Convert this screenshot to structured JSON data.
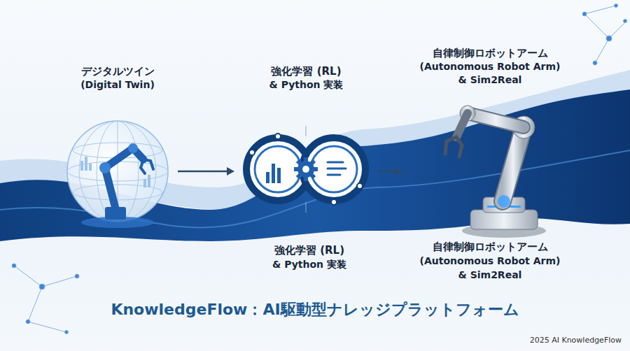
{
  "diagram": {
    "title": "KnowledgeFlow：AI駆動型ナレッジプラットフォーム",
    "nodes": [
      {
        "text": [
          "デジタルツイン",
          "(Digital Twin)"
        ]
      },
      {
        "text": [
          "強化学習 (RL)",
          "& Python 実装"
        ]
      },
      {
        "text": [
          "自律制御ロボットアーム",
          "(Autonomous Robot Arm)",
          "& Sim2Real"
        ]
      }
    ],
    "edges": [
      {
        "from": 0,
        "to": 1,
        "arrow": "to"
      },
      {
        "from": 1,
        "to": 2,
        "arrow": "to"
      }
    ],
    "labels": [
      "強化学習 (RL)",
      "& Python 実装",
      "自律制御ロボットアーム",
      "(Autonomous Robot Arm)",
      "& Sim2Real",
      "2025 AI KnowledgeFlow"
    ]
  }
}
